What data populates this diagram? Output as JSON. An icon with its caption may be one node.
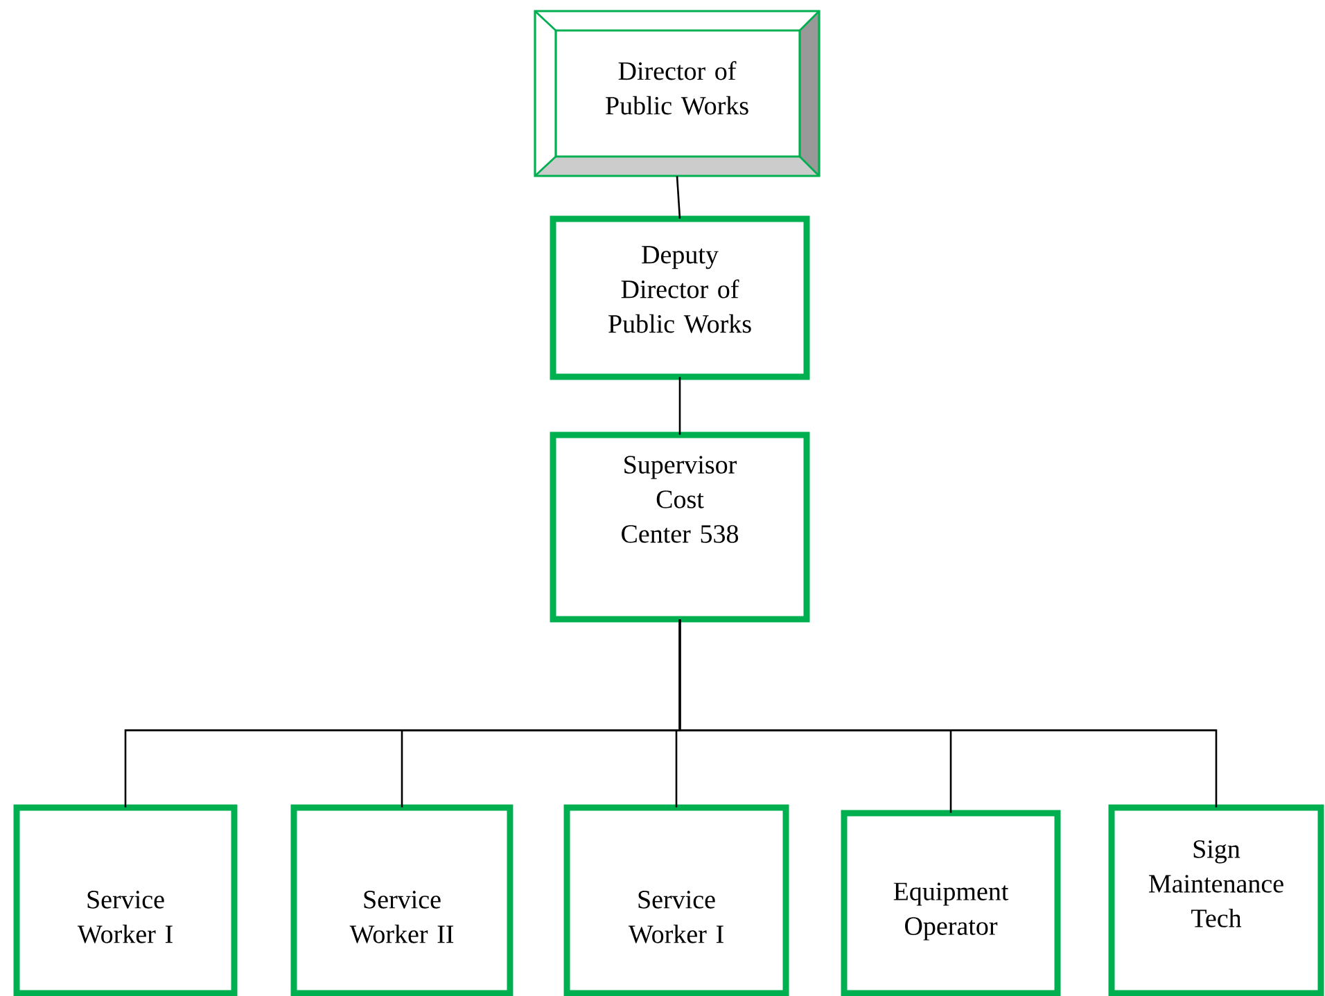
{
  "diagram": {
    "nodes": [
      {
        "text": [
          "Director of Public Works"
        ]
      },
      {
        "text": [
          "Deputy Director of Public Works"
        ]
      },
      {
        "text": [
          "Supervisor Cost Center 538"
        ]
      },
      {
        "text": [
          "Service Worker I"
        ]
      },
      {
        "text": [
          "Service Worker II"
        ]
      },
      {
        "text": [
          "Service Worker I"
        ]
      },
      {
        "text": [
          "Equipment Operator"
        ]
      },
      {
        "text": [
          "Sign Maintenance Tech"
        ]
      }
    ],
    "edges": [
      {
        "from": 0,
        "to": 1,
        "arrow": "none"
      },
      {
        "from": 1,
        "to": 2,
        "arrow": "none"
      },
      {
        "from": 2,
        "to": 3,
        "arrow": "none"
      },
      {
        "from": 2,
        "to": 4,
        "arrow": "none"
      },
      {
        "from": 2,
        "to": 5,
        "arrow": "none"
      },
      {
        "from": 2,
        "to": 6,
        "arrow": "none"
      },
      {
        "from": 2,
        "to": 7,
        "arrow": "none"
      }
    ]
  }
}
